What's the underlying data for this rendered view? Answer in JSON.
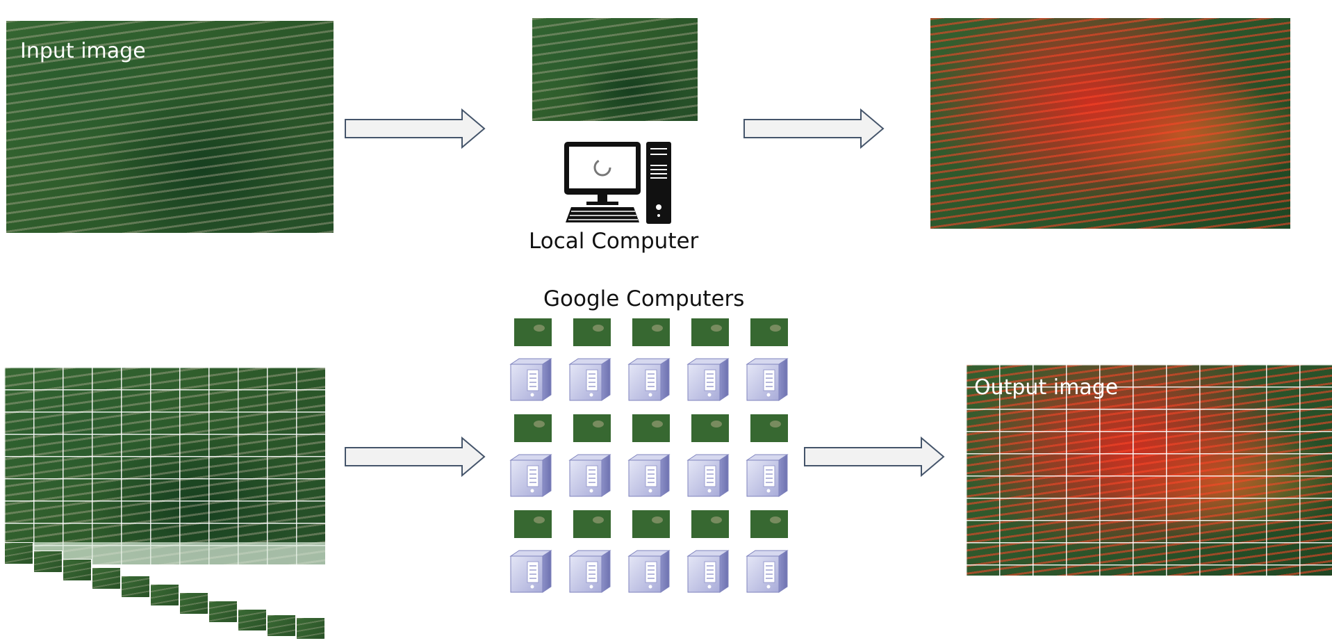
{
  "top": {
    "input_label": "Input image",
    "computer_label": "Local Computer"
  },
  "bottom": {
    "cluster_label": "Google Computers",
    "output_label": "Output image"
  },
  "colors": {
    "arrow_fill": "#f2f2f2",
    "arrow_stroke": "#44546a",
    "server_light": "#c9cce8",
    "server_dark": "#8b8fc7",
    "overlay_red": "#e8261e",
    "forest_green": "#2f5d2b"
  },
  "icons": {
    "arrow": "right-block-arrow",
    "computer": "desktop-computer-icon",
    "server": "server-icon"
  }
}
